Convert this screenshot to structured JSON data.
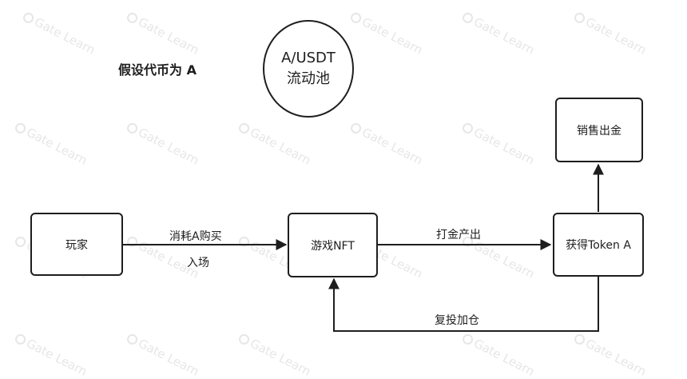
{
  "title": "假设代币为 A",
  "pool": {
    "line1": "A/USDT",
    "line2": "流动池"
  },
  "nodes": {
    "player": "玩家",
    "nft": "游戏NFT",
    "token": "获得Token A",
    "sell": "销售出金"
  },
  "edges": {
    "consume_line1": "消耗A购买",
    "consume_line2": "入场",
    "mining": "打金产出",
    "reinvest": "复投加仓"
  },
  "watermark": "Gate Learn",
  "colors": {
    "stroke": "#1e1e1e",
    "watermark": "#d3d3d3"
  }
}
